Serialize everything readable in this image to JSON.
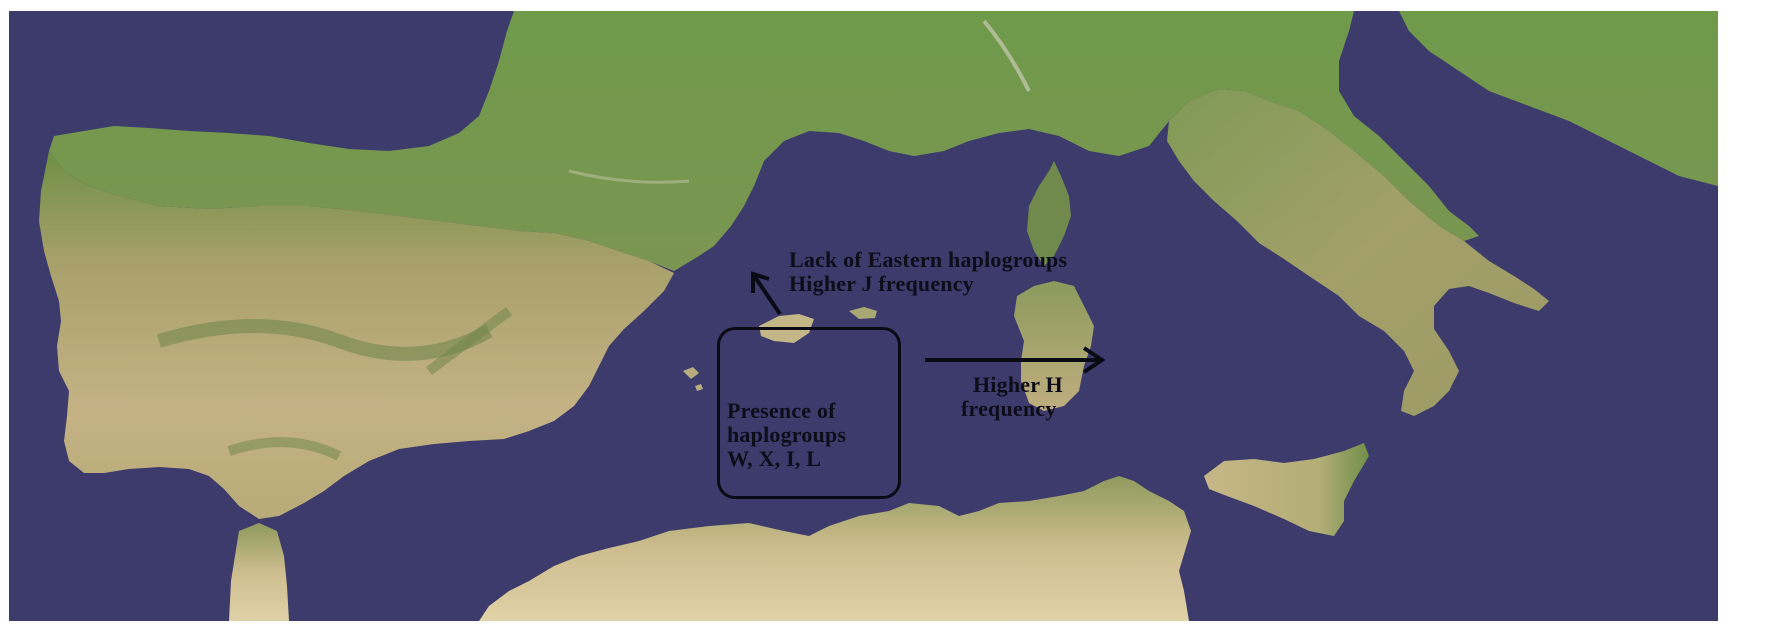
{
  "map": {
    "region": "Western Mediterranean",
    "style": "satellite",
    "sea_color": "#3d3b6b",
    "land_color_green": "#6f8f4a",
    "land_color_arid": "#c8b98a",
    "annotation_color": "#0d0d1a",
    "landmasses": [
      "Iberian Peninsula",
      "France",
      "Italy",
      "Corsica",
      "Sardinia",
      "Sicily",
      "Balearic Islands",
      "North Africa",
      "Balkans"
    ]
  },
  "annotations": {
    "north_arrow_text": {
      "lines": [
        "Lack of Eastern  haplogroups",
        "Higher J frequency"
      ]
    },
    "box_text": {
      "lines": [
        "Presence of",
        "haplogroups",
        "W, X, I, L"
      ]
    },
    "east_arrow_text": {
      "lines": [
        "Higher H",
        "frequency"
      ]
    }
  },
  "icons": {
    "north_arrow": "arrow-up-left-icon",
    "east_arrow": "arrow-right-icon"
  }
}
